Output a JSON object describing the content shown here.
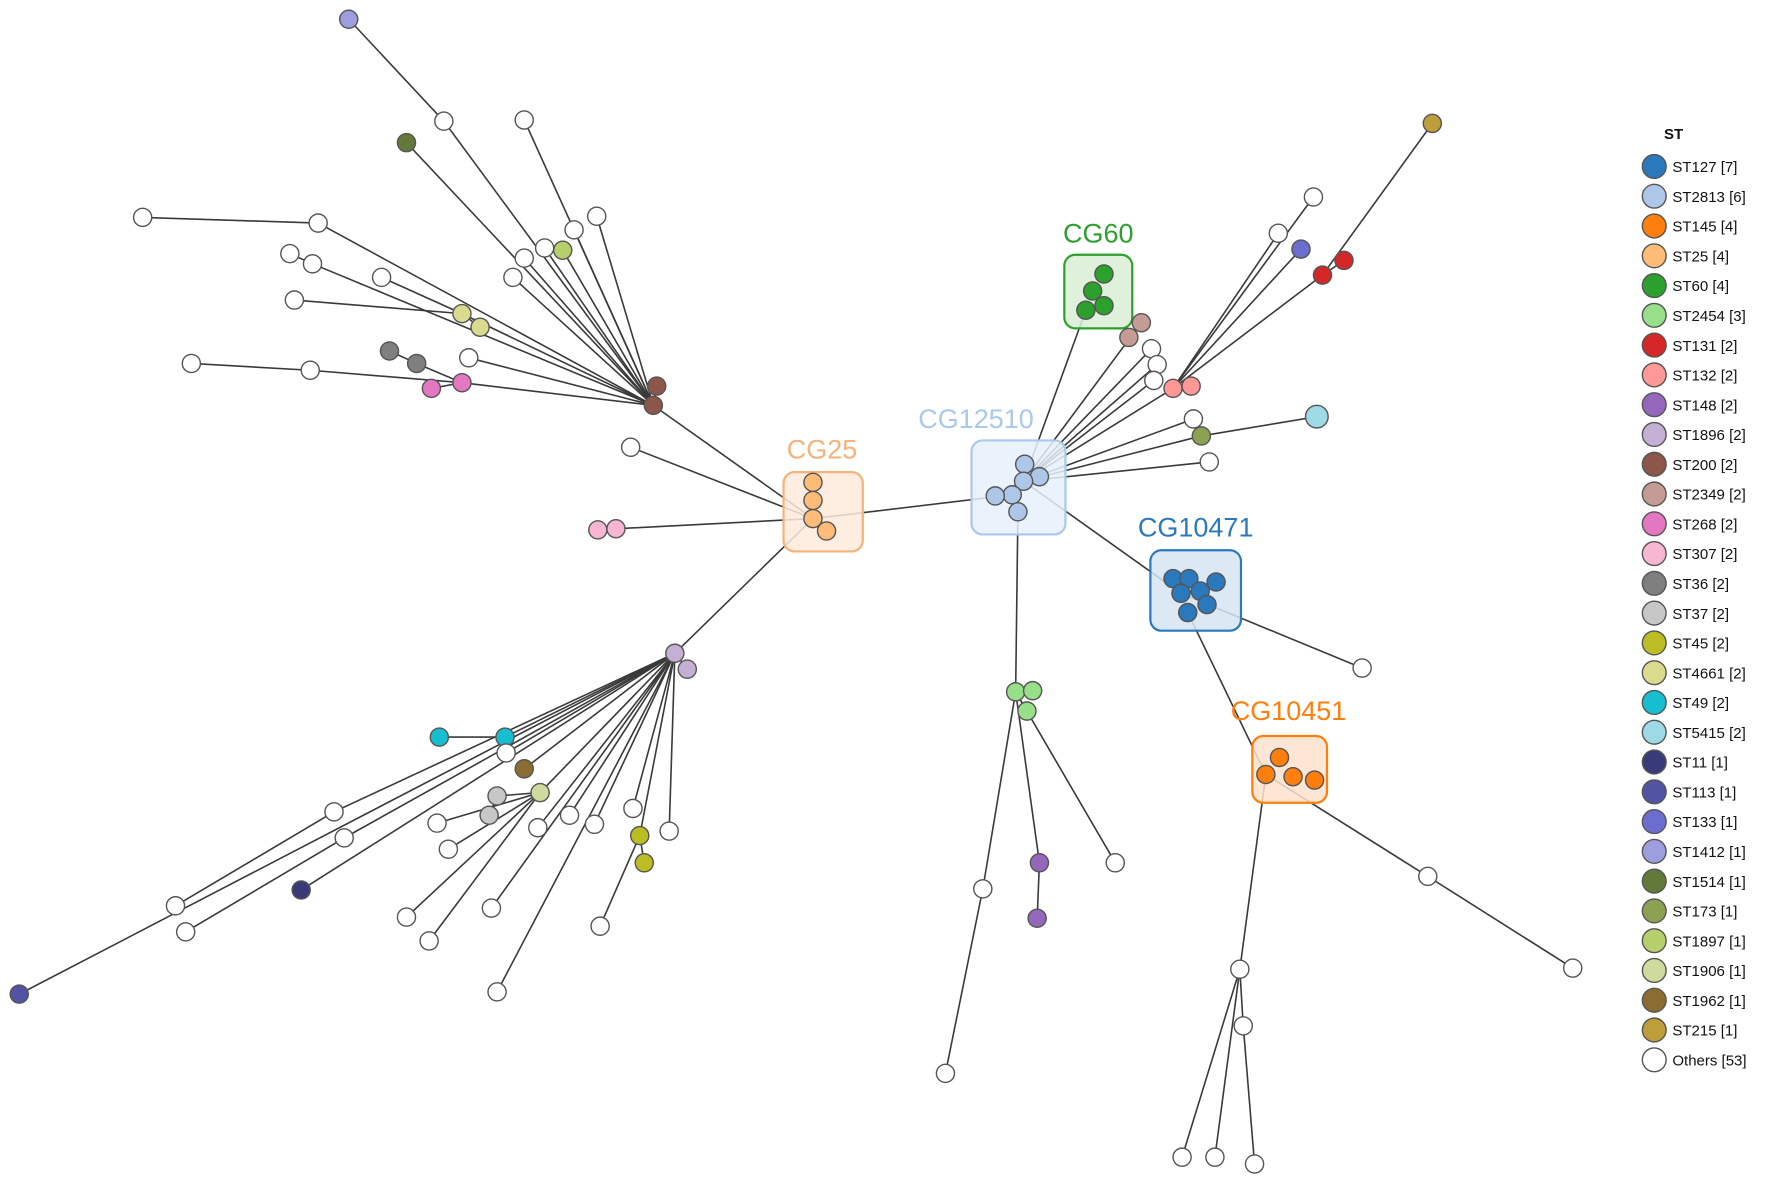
{
  "legend": {
    "title": "ST",
    "items": [
      {
        "label": "ST127 [7]",
        "color": "#2b79bd"
      },
      {
        "label": "ST2813 [6]",
        "color": "#aec7e8"
      },
      {
        "label": "ST145 [4]",
        "color": "#ff7f0e"
      },
      {
        "label": "ST25 [4]",
        "color": "#ffbb78"
      },
      {
        "label": "ST60 [4]",
        "color": "#2ca02c"
      },
      {
        "label": "ST2454 [3]",
        "color": "#98df8a"
      },
      {
        "label": "ST131 [2]",
        "color": "#d62728"
      },
      {
        "label": "ST132 [2]",
        "color": "#ff9896"
      },
      {
        "label": "ST148 [2]",
        "color": "#9467bd"
      },
      {
        "label": "ST1896 [2]",
        "color": "#c5b0d5"
      },
      {
        "label": "ST200 [2]",
        "color": "#8c564b"
      },
      {
        "label": "ST2349 [2]",
        "color": "#c49c94"
      },
      {
        "label": "ST268 [2]",
        "color": "#e377c2"
      },
      {
        "label": "ST307 [2]",
        "color": "#f7b6d2"
      },
      {
        "label": "ST36 [2]",
        "color": "#7f7f7f"
      },
      {
        "label": "ST37 [2]",
        "color": "#c7c7c7"
      },
      {
        "label": "ST45 [2]",
        "color": "#bcbd22"
      },
      {
        "label": "ST4661 [2]",
        "color": "#dbdb8d"
      },
      {
        "label": "ST49 [2]",
        "color": "#17becf"
      },
      {
        "label": "ST5415 [2]",
        "color": "#9edae5"
      },
      {
        "label": "ST11 [1]",
        "color": "#393b79"
      },
      {
        "label": "ST113 [1]",
        "color": "#5254a3"
      },
      {
        "label": "ST133 [1]",
        "color": "#6b6ecf"
      },
      {
        "label": "ST1412 [1]",
        "color": "#9c9ede"
      },
      {
        "label": "ST1514 [1]",
        "color": "#637939"
      },
      {
        "label": "ST173 [1]",
        "color": "#8ca252"
      },
      {
        "label": "ST1897 [1]",
        "color": "#b5cf6b"
      },
      {
        "label": "ST1906 [1]",
        "color": "#cedb9c"
      },
      {
        "label": "ST1962 [1]",
        "color": "#8c6d31"
      },
      {
        "label": "ST215 [1]",
        "color": "#bd9e39"
      },
      {
        "label": "Others [53]",
        "color": "#ffffff"
      }
    ]
  },
  "clonal_complexes": [
    {
      "label": "CG25",
      "color": "#f5b27a",
      "fill": "#fdebdc"
    },
    {
      "label": "CG12510",
      "color": "#a9c8ea",
      "fill": "#e6f0fa"
    },
    {
      "label": "CG60",
      "color": "#2ca02c",
      "fill": "#d9eed5"
    },
    {
      "label": "CG10471",
      "color": "#2b79bd",
      "fill": "#d6e5f3"
    },
    {
      "label": "CG10451",
      "color": "#ff7f0e",
      "fill": "#fde2cc"
    }
  ]
}
